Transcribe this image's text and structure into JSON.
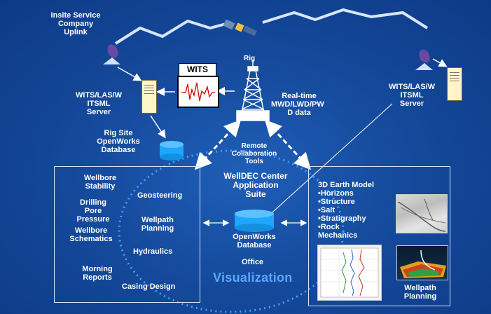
{
  "uplink_label": [
    "Insite Service",
    "Company",
    "Uplink"
  ],
  "left_server_label": [
    "WITS/LAS/W",
    "ITSML",
    "Server"
  ],
  "right_server_label": [
    "WITS/LAS/W",
    "ITSML",
    "Server"
  ],
  "wits_label": "WITS",
  "rig_label": "Rig",
  "realtime_label": [
    "Real-time",
    "MWD/LWD/PW",
    "D data"
  ],
  "rig_db_label": [
    "Rig Site",
    "OpenWorks",
    "Database"
  ],
  "remote_label": [
    "Remote",
    "Collaboration",
    "Tools"
  ],
  "center_title": [
    "WellDEC Center",
    "Application",
    "Suite"
  ],
  "left_panel": {
    "items": [
      {
        "id": "wellbore-stability",
        "lines": [
          "Wellbore",
          "Stability"
        ]
      },
      {
        "id": "drilling-pore-pressure",
        "lines": [
          "Drilling",
          "Pore",
          "Pressure"
        ]
      },
      {
        "id": "wellbore-schematics",
        "lines": [
          "Wellbore",
          "Schematics"
        ]
      },
      {
        "id": "morning-reports",
        "lines": [
          "Morning",
          "Reports"
        ]
      },
      {
        "id": "geosteering",
        "lines": [
          "Geosteering"
        ]
      },
      {
        "id": "wellpath-planning",
        "lines": [
          "Wellpath",
          "Planning"
        ]
      },
      {
        "id": "hydraulics",
        "lines": [
          "Hydraulics"
        ]
      },
      {
        "id": "casing-design",
        "lines": [
          "Casing Design"
        ]
      }
    ]
  },
  "openworks_db_label": [
    "OpenWorks",
    "Database"
  ],
  "office_label": "Office",
  "visualization_label": "Visualization",
  "right_panel": {
    "model_lines": [
      "3D Earth Model",
      "•Horizons",
      "•Structure",
      "•Salt",
      "•Stratigraphy",
      "•Rock",
      "Mechanics"
    ],
    "wellpath_lines": [
      "Wellpath",
      "Planning"
    ]
  },
  "colors": {
    "background": "#154a9c",
    "visualization": "#5aa8ff",
    "dashed": "#3fa0ff",
    "db_blue": "#1fa6ff"
  }
}
